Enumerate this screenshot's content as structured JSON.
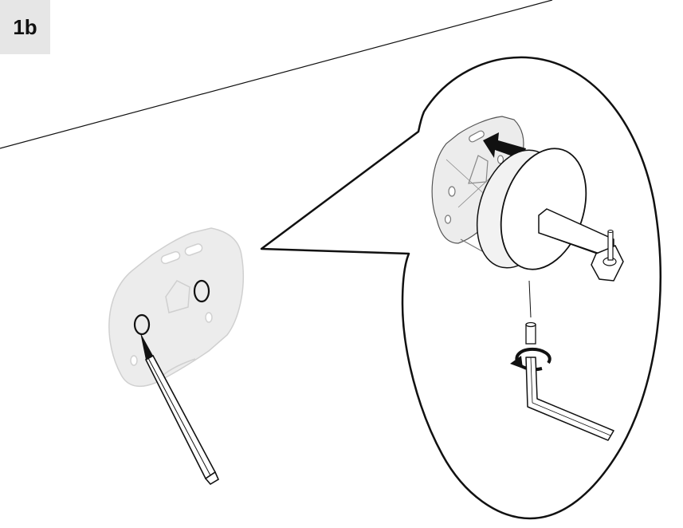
{
  "step": {
    "label": "1b"
  },
  "colors": {
    "background": "#ffffff",
    "badge_background": "#e6e6e6",
    "line": "#111111",
    "plate_fill": "#e9e9e9",
    "plate_fill_faded": "#efefef",
    "arrow": "#111111"
  },
  "icons": [
    "mounting-plate",
    "pencil",
    "callout-bubble",
    "towel-holder",
    "allen-key",
    "rotation-arrow",
    "push-arrow"
  ]
}
